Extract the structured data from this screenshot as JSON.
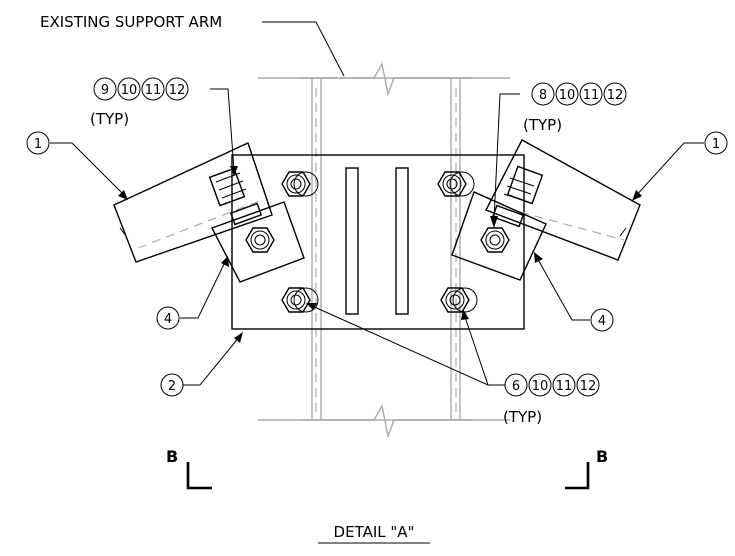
{
  "labels": {
    "existing_support_arm": "EXISTING SUPPORT ARM",
    "typ": "(TYP)",
    "section_marker": "B",
    "detail_title": "DETAIL \"A\""
  },
  "callouts": {
    "top_left": [
      "9",
      "10",
      "11",
      "12"
    ],
    "top_right": [
      "8",
      "10",
      "11",
      "12"
    ],
    "bottom_center": [
      "6",
      "10",
      "11",
      "12"
    ],
    "item_1": "1",
    "item_2": "2",
    "item_4": "4"
  },
  "colors": {
    "line": "#000000",
    "existing_ghost": "#aaaaaa",
    "background": "#ffffff"
  }
}
